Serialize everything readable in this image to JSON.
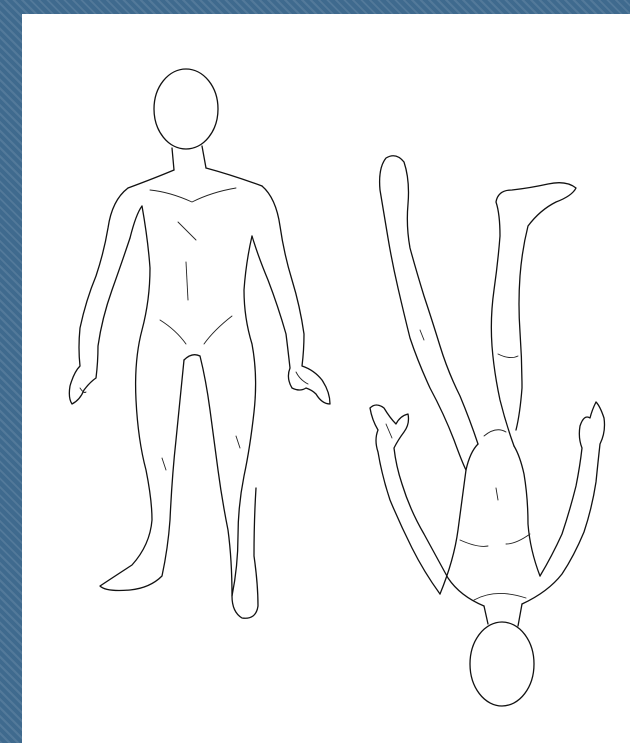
{
  "image": {
    "content": "",
    "figures": [
      {
        "name": "figure-front-standing",
        "orientation": "upright"
      },
      {
        "name": "figure-upside-down",
        "orientation": "inverted"
      }
    ],
    "colors": {
      "border": "#3f6a8e",
      "background": "#ffffff",
      "line": "#111111"
    }
  }
}
